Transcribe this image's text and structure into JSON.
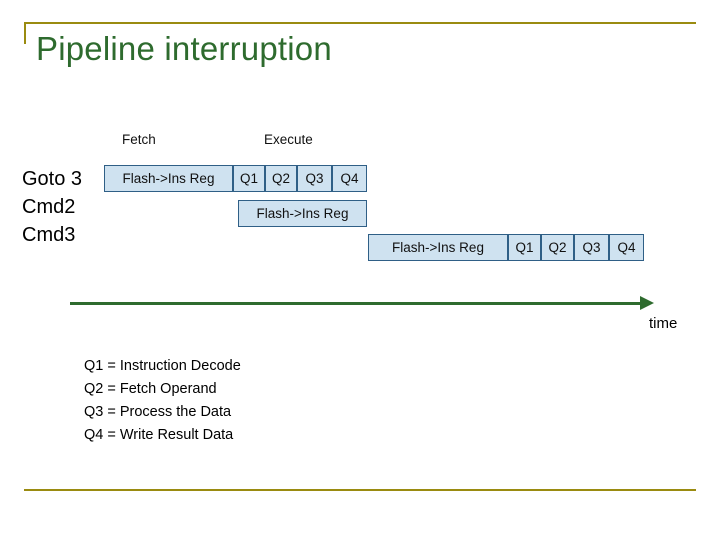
{
  "slide": {
    "title": "Pipeline interruption",
    "accent_color": "#9a8b10",
    "title_color": "#2e6b2e",
    "cell_fill": "#cfe2f0",
    "cell_border": "#2f5f86",
    "arrow_color": "#2e6b2e"
  },
  "columns": {
    "fetch": "Fetch",
    "execute": "Execute"
  },
  "rows": [
    {
      "label": "Goto 3"
    },
    {
      "label": "Cmd2"
    },
    {
      "label": "Cmd3"
    }
  ],
  "cells": {
    "row1": {
      "fetch": "Flash->Ins Reg",
      "q1": "Q1",
      "q2": "Q2",
      "q3": "Q3",
      "q4": "Q4"
    },
    "row2": {
      "fetch": "Flash->Ins Reg"
    },
    "row3": {
      "fetch": "Flash->Ins Reg",
      "q1": "Q1",
      "q2": "Q2",
      "q3": "Q3",
      "q4": "Q4"
    }
  },
  "axis": {
    "time_label": "time"
  },
  "legend": [
    "Q1 = Instruction Decode",
    "Q2 = Fetch Operand",
    "Q3 = Process the Data",
    "Q4 = Write Result Data"
  ]
}
